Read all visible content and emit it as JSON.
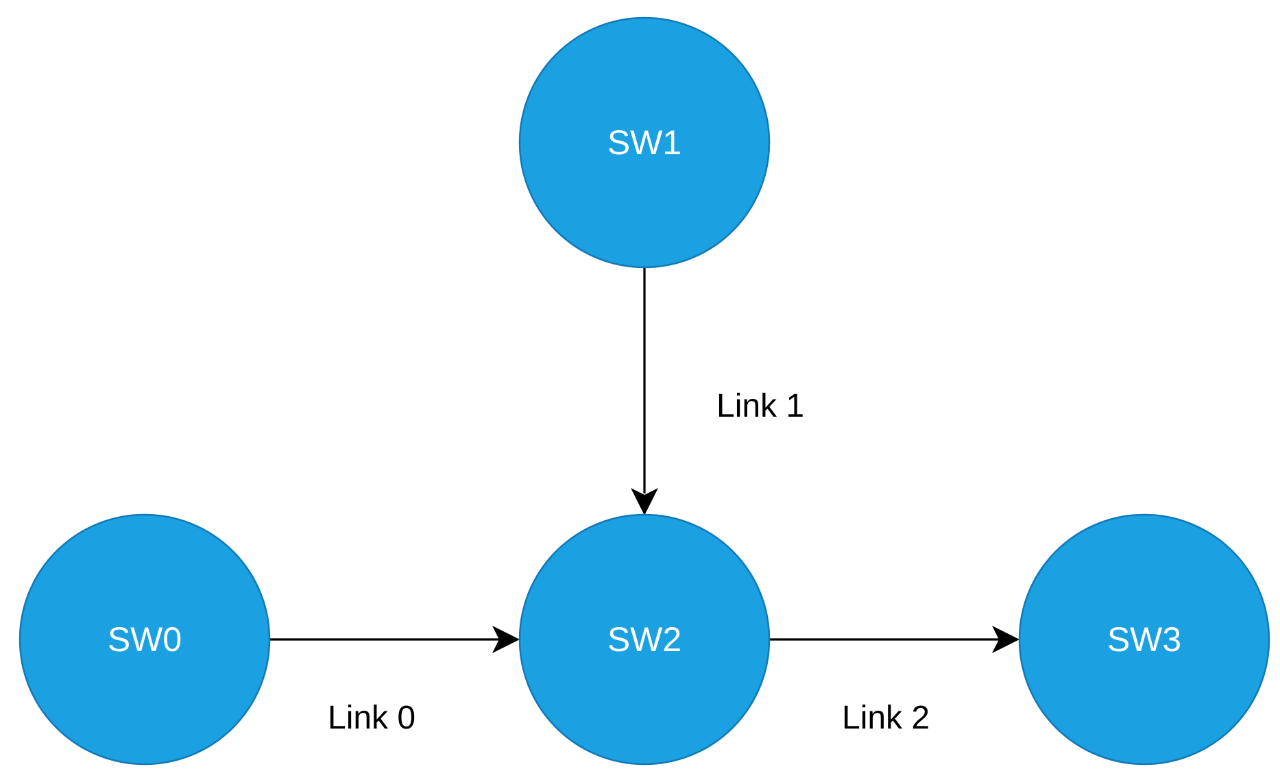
{
  "colors": {
    "node_fill": "#1ba0e2",
    "edge": "#000000",
    "node_text": "#ffffff",
    "label_text": "#000000"
  },
  "nodes": [
    {
      "id": "sw1",
      "label": "SW1"
    },
    {
      "id": "sw0",
      "label": "SW0"
    },
    {
      "id": "sw2",
      "label": "SW2"
    },
    {
      "id": "sw3",
      "label": "SW3"
    }
  ],
  "edges": [
    {
      "from": "sw1",
      "to": "sw2",
      "label": "Link 1"
    },
    {
      "from": "sw0",
      "to": "sw2",
      "label": "Link 0"
    },
    {
      "from": "sw2",
      "to": "sw3",
      "label": "Link 2"
    }
  ]
}
